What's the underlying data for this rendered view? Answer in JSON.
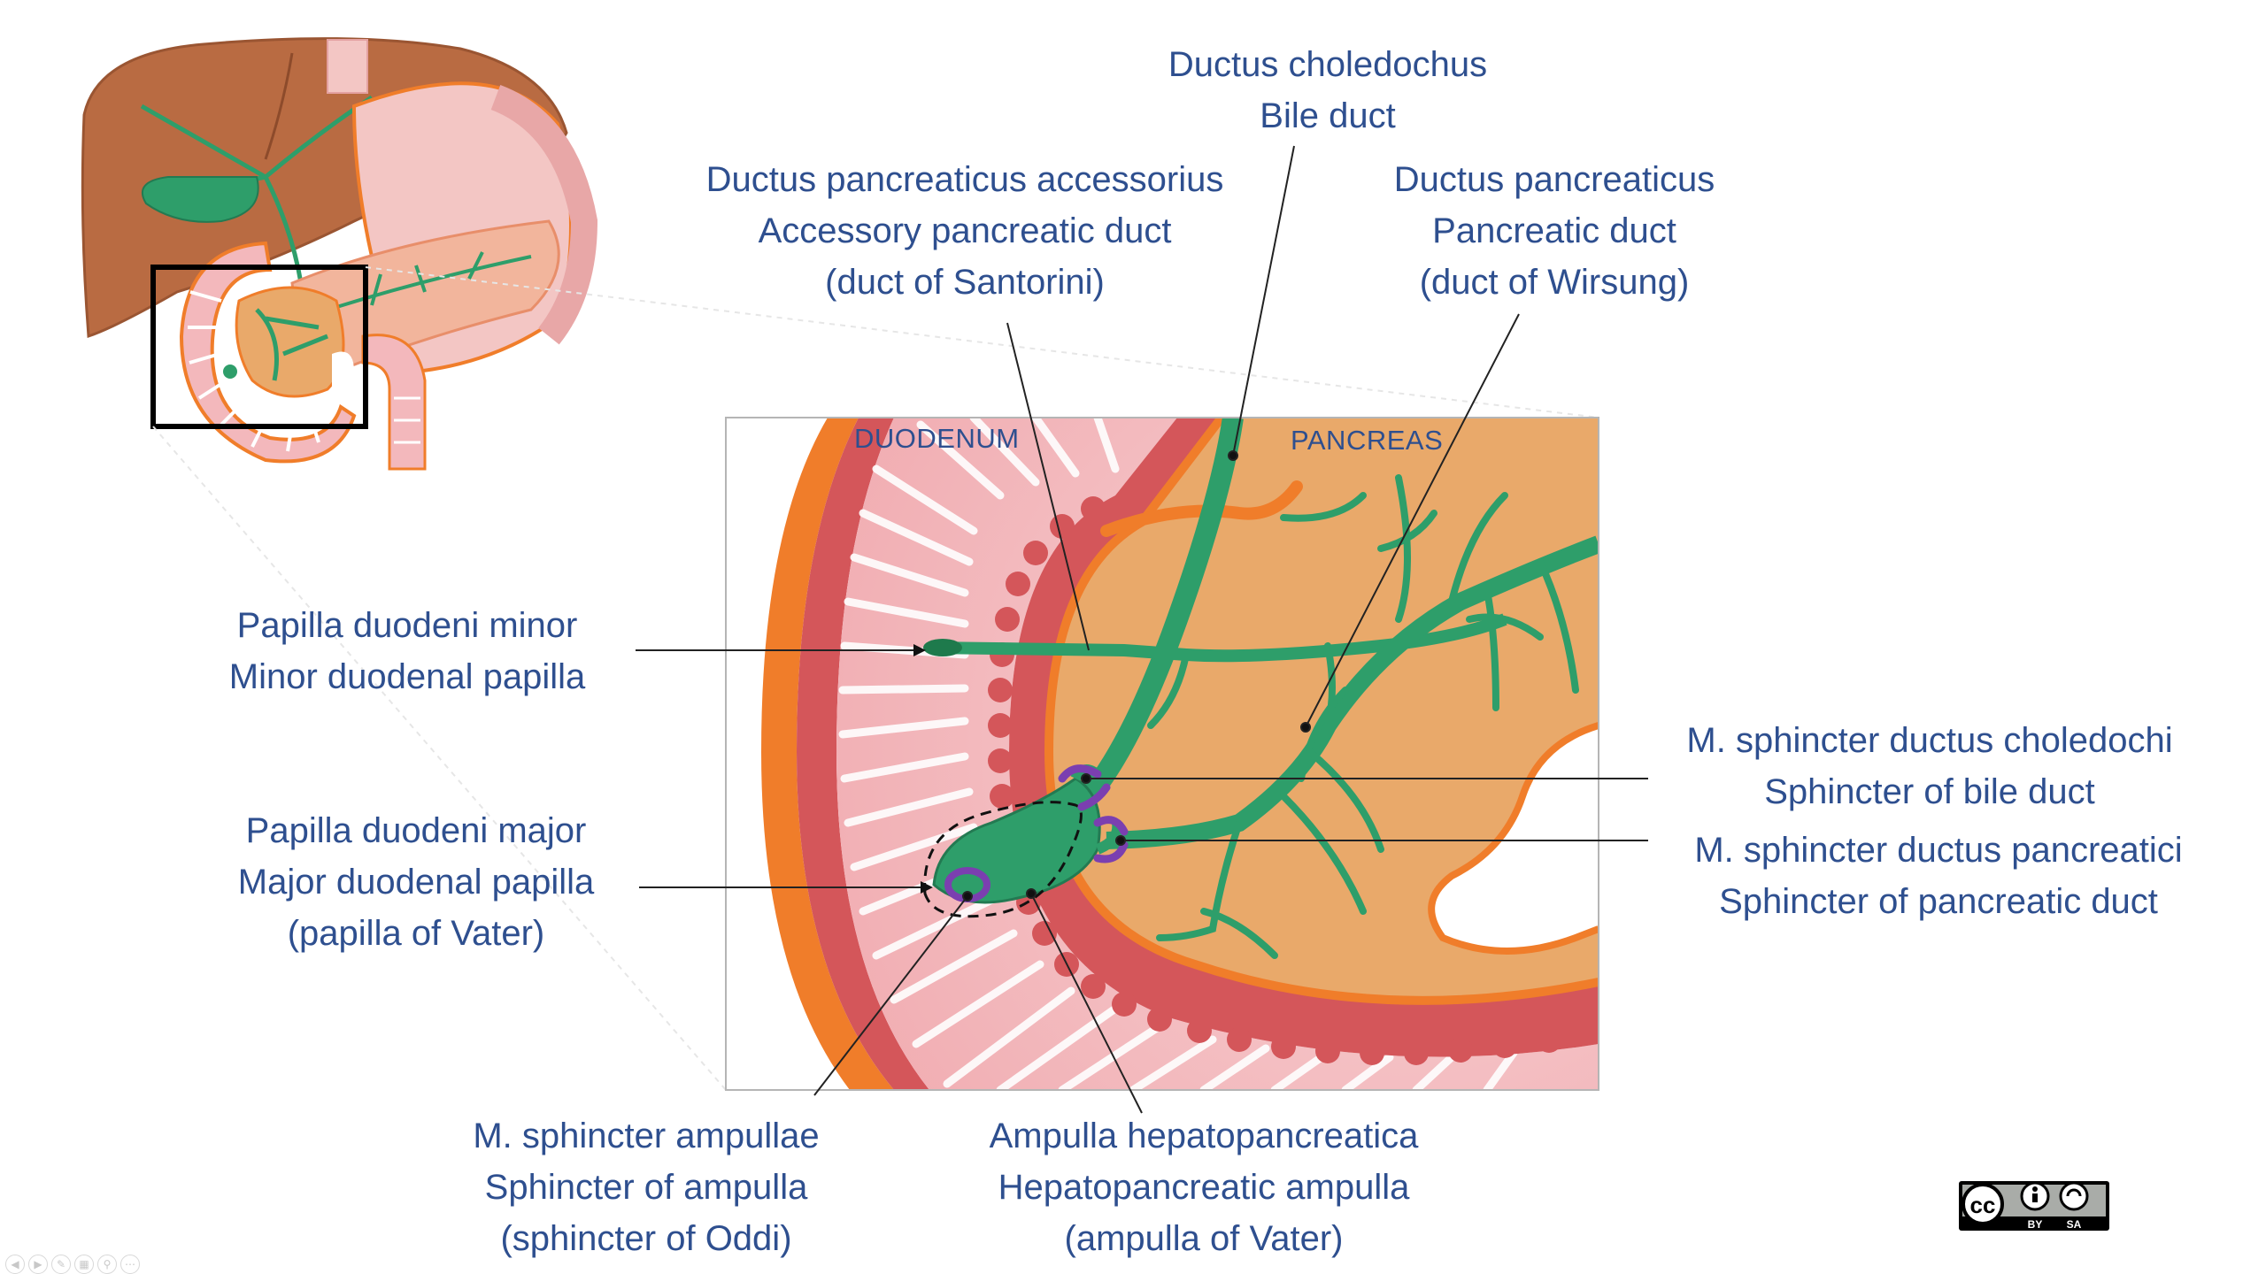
{
  "labels": {
    "choledochus": {
      "line1": "Ductus choledochus",
      "line2": "Bile duct"
    },
    "accessorius": {
      "line1": "Ductus pancreaticus accessorius",
      "line2": "Accessory pancreatic duct",
      "line3": "(duct of Santorini)"
    },
    "pancreaticus": {
      "line1": "Ductus pancreaticus",
      "line2": "Pancreatic duct",
      "line3": "(duct of Wirsung)"
    },
    "papilla_minor": {
      "line1": "Papilla duodeni minor",
      "line2": "Minor duodenal papilla"
    },
    "papilla_major": {
      "line1": "Papilla duodeni major",
      "line2": "Major duodenal papilla",
      "line3": "(papilla of Vater)"
    },
    "sphincter_choledochi": {
      "line1": "M. sphincter ductus choledochi",
      "line2": "Sphincter of bile duct"
    },
    "sphincter_pancreatici": {
      "line1": "M. sphincter ductus pancreatici",
      "line2": "Sphincter of pancreatic duct"
    },
    "sphincter_ampullae": {
      "line1": "M. sphincter ampullae",
      "line2": "Sphincter of ampulla",
      "line3": "(sphincter of Oddi)"
    },
    "ampulla": {
      "line1": "Ampulla hepatopancreatica",
      "line2": "Hepatopancreatic ampulla",
      "line3": "(ampulla of Vater)"
    }
  },
  "regions": {
    "duodenum": "DUODENUM",
    "pancreas": "PANCREAS"
  },
  "license": {
    "cc": "cc",
    "by": "BY",
    "sa": "SA"
  },
  "colors": {
    "text": "#2e4f8f",
    "duct_green": "#2e9e6a",
    "pancreas": "#e9a96a",
    "duodenum_wall": "#d4565a",
    "duodenum_serosa": "#f07d2a",
    "mucosa": "#f3b8bc",
    "sphincter": "#7b3fb0",
    "liver": "#b5693f",
    "stomach": "#f3c6c4"
  }
}
